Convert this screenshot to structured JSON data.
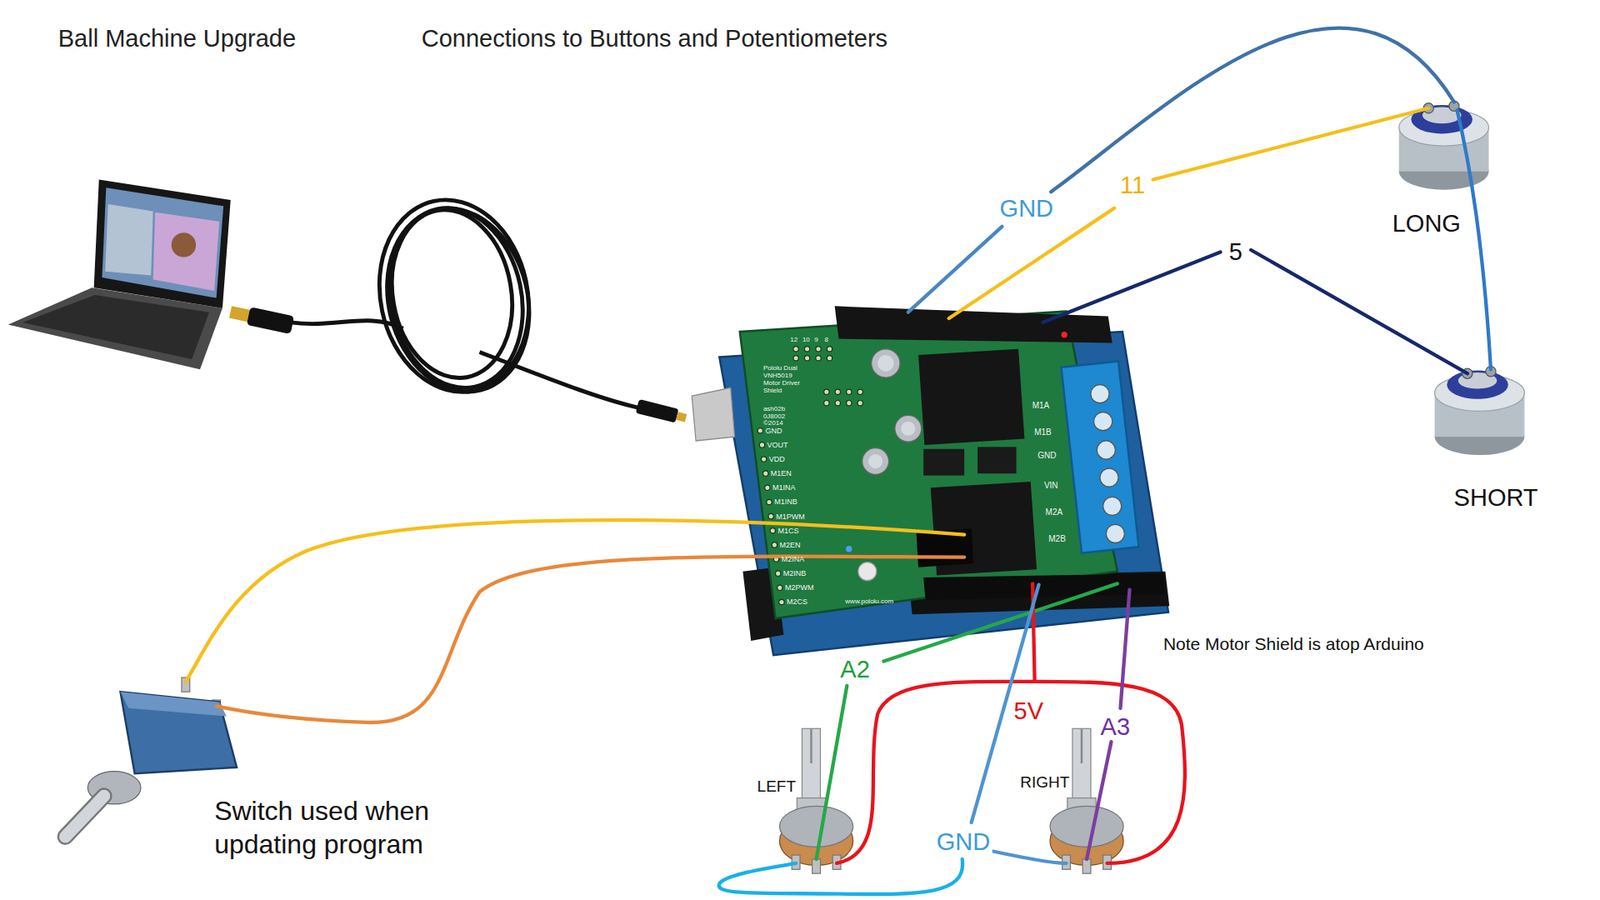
{
  "diagram": {
    "title": "Ball Machine Upgrade",
    "labels": [
      "Connections to Buttons and Potentiometers",
      "GND",
      "11",
      "5",
      "LONG",
      "SHORT",
      "Note Motor Shield is atop Arduino",
      "A2",
      "5V",
      "A3",
      "LEFT",
      "RIGHT",
      "GND",
      "Switch used when updating program",
      "12",
      "10",
      "9",
      "8",
      "Pololu Dual VNH5019 Motor Driver Shield",
      "ash02b",
      "0J8002",
      "©2014",
      "GND",
      "VOUT",
      "VDD",
      "M1EN",
      "M1INA",
      "M1INB",
      "M1PWM",
      "M1CS",
      "M2EN",
      "M2INA",
      "M2INB",
      "M2PWM",
      "M2CS",
      "M1A",
      "M1B",
      "GND",
      "VIN",
      "M2A",
      "M2B",
      "www.pololu.com"
    ]
  }
}
